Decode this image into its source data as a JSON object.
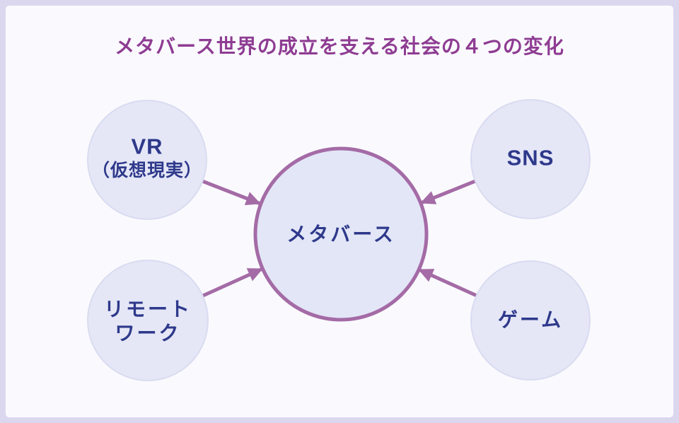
{
  "title": "メタバース世界の成立を支える社会の４つの変化",
  "center": {
    "label": "メタバース"
  },
  "nodes": [
    {
      "id": "vr",
      "line1": "VR",
      "line2": "（仮想現実）"
    },
    {
      "id": "sns",
      "line1": "SNS"
    },
    {
      "id": "remote",
      "line1": "リモート",
      "line2": "ワーク"
    },
    {
      "id": "game",
      "line1": "ゲーム"
    }
  ],
  "colors": {
    "frame": "#DBD7EF",
    "card_bg": "#FAFAFE",
    "node_fill": "#E5E7F7",
    "node_stroke": "#D9DCF0",
    "center_fill": "#E3E6F7",
    "purple": "#A46BA6",
    "title_color": "#8E3C92",
    "node_text": "#2E398B"
  }
}
